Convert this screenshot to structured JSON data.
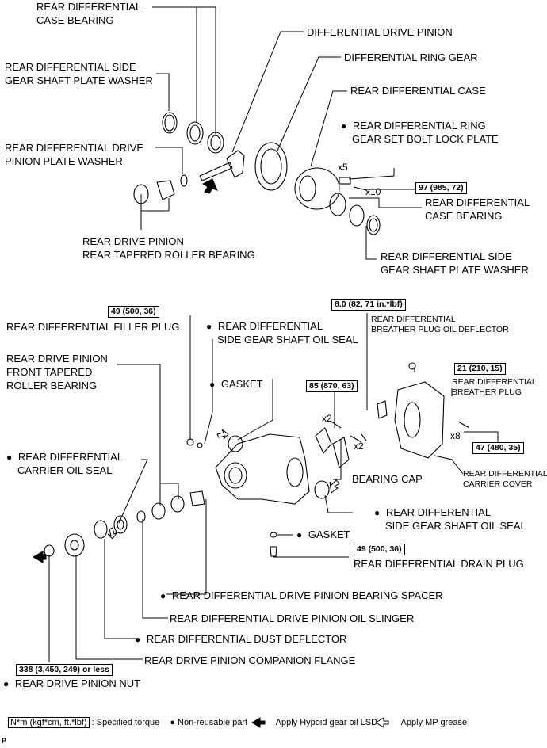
{
  "labels": {
    "case_bearing_top": [
      "REAR DIFFERENTIAL",
      "CASE BEARING"
    ],
    "drive_pinion": "DIFFERENTIAL DRIVE PINION",
    "ring_gear": "DIFFERENTIAL RING GEAR",
    "diff_case": "REAR DIFFERENTIAL CASE",
    "side_gear_washer_top": [
      "REAR DIFFERENTIAL SIDE",
      "GEAR SHAFT PLATE WASHER"
    ],
    "ring_gear_lock_plate": [
      "REAR DIFFERENTIAL RING",
      "GEAR SET BOLT LOCK PLATE"
    ],
    "drive_pinion_washer": [
      "REAR DIFFERENTIAL DRIVE",
      "PINION PLATE WASHER"
    ],
    "case_bearing_right": [
      "REAR DIFFERENTIAL",
      "CASE BEARING"
    ],
    "rear_tapered_bearing": [
      "REAR DRIVE PINION",
      "REAR TAPERED ROLLER BEARING"
    ],
    "side_gear_washer_right": [
      "REAR DIFFERENTIAL SIDE",
      "GEAR SHAFT PLATE WASHER"
    ],
    "filler_plug": "REAR DIFFERENTIAL FILLER PLUG",
    "side_oil_seal_top": [
      "REAR DIFFERENTIAL",
      "SIDE GEAR SHAFT OIL SEAL"
    ],
    "breather_deflector": [
      "REAR DIFFERENTIAL",
      "BREATHER PLUG OIL DEFLECTOR"
    ],
    "front_tapered_bearing": [
      "REAR DRIVE PINION",
      "FRONT TAPERED",
      "ROLLER BEARING"
    ],
    "gasket_top": "GASKET",
    "breather_plug": [
      "REAR DIFFERENTIAL",
      "BREATHER PLUG"
    ],
    "carrier_oil_seal": [
      "REAR DIFFERENTIAL",
      "CARRIER OIL SEAL"
    ],
    "bearing_cap": "BEARING CAP",
    "carrier_cover": [
      "REAR DIFFERENTIAL",
      "CARRIER COVER"
    ],
    "side_oil_seal_bottom": [
      "REAR DIFFERENTIAL",
      "SIDE GEAR SHAFT OIL SEAL"
    ],
    "gasket_bottom": "GASKET",
    "drain_plug": "REAR DIFFERENTIAL DRAIN PLUG",
    "bearing_spacer": "REAR DIFFERENTIAL DRIVE PINION BEARING SPACER",
    "oil_slinger": "REAR DIFFERENTIAL DRIVE PINION OIL SLINGER",
    "dust_deflector": "REAR DIFFERENTIAL DUST DEFLECTOR",
    "companion_flange": "REAR DRIVE PINION COMPANION FLANGE",
    "pinion_nut": "REAR DRIVE PINION NUT"
  },
  "torques": {
    "ring_gear_bolt": "97 (985, 72)",
    "filler_plug": "49 (500, 36)",
    "deflector": "8.0 (82, 71 in.*lbf)",
    "bearing_cap": "85 (870, 63)",
    "breather_plug": "21 (210, 15)",
    "cover_bolt": "47 (480, 35)",
    "drain_plug": "49 (500, 36)",
    "pinion_nut": "338 (3,450, 249) or less"
  },
  "multipliers": {
    "x5": "x5",
    "x10": "x10",
    "x2a": "x2",
    "x2b": "x2",
    "x8": "x8"
  },
  "legend": {
    "unit_box": "N*m (kgf*cm, ft.*lbf)",
    "unit_text": ": Specified torque",
    "nonreusable": "Non-reusable part",
    "lsd_oil": "Apply Hypoid gear oil LSD",
    "mp_grease": "Apply MP grease"
  },
  "figure_code": "P"
}
